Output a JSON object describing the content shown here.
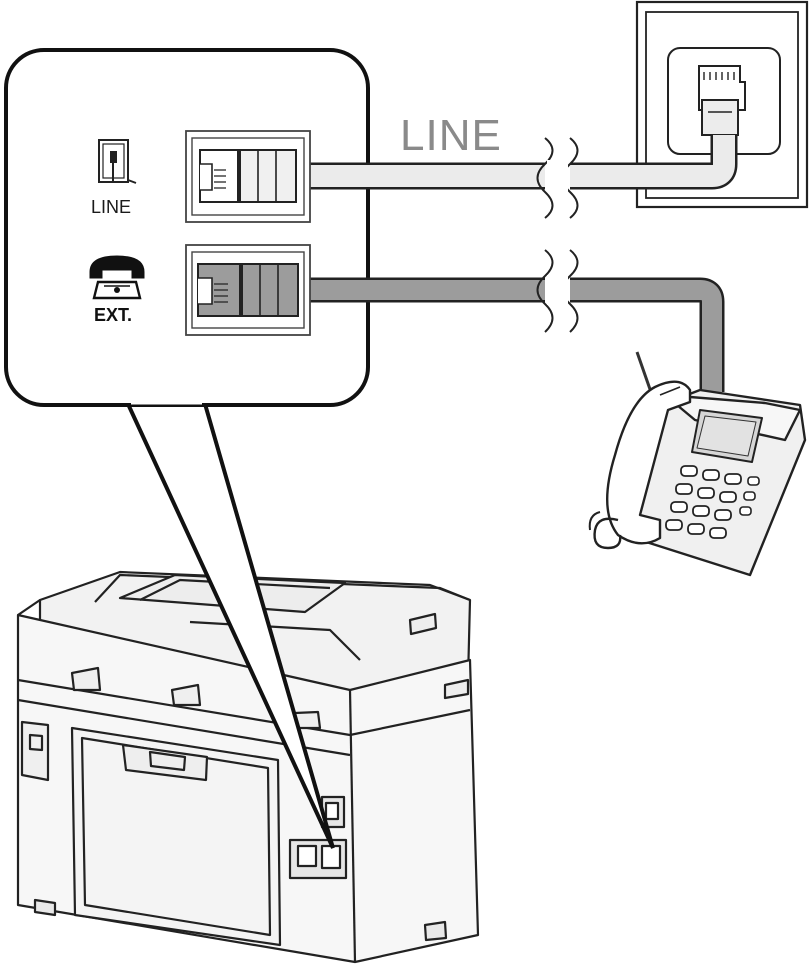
{
  "diagram": {
    "line_cable_label": "LINE",
    "port_labels": {
      "line": "LINE",
      "ext": "EXT."
    },
    "icons": {
      "line_port": "wall-jack-icon",
      "ext_port": "telephone-handset-icon"
    },
    "colors": {
      "outline": "#111111",
      "line_cable": "#ebebeb",
      "ext_cable": "#9c9c9c",
      "label_gray": "#8a8a8a",
      "printer_fill": "#f4f4f4"
    }
  }
}
